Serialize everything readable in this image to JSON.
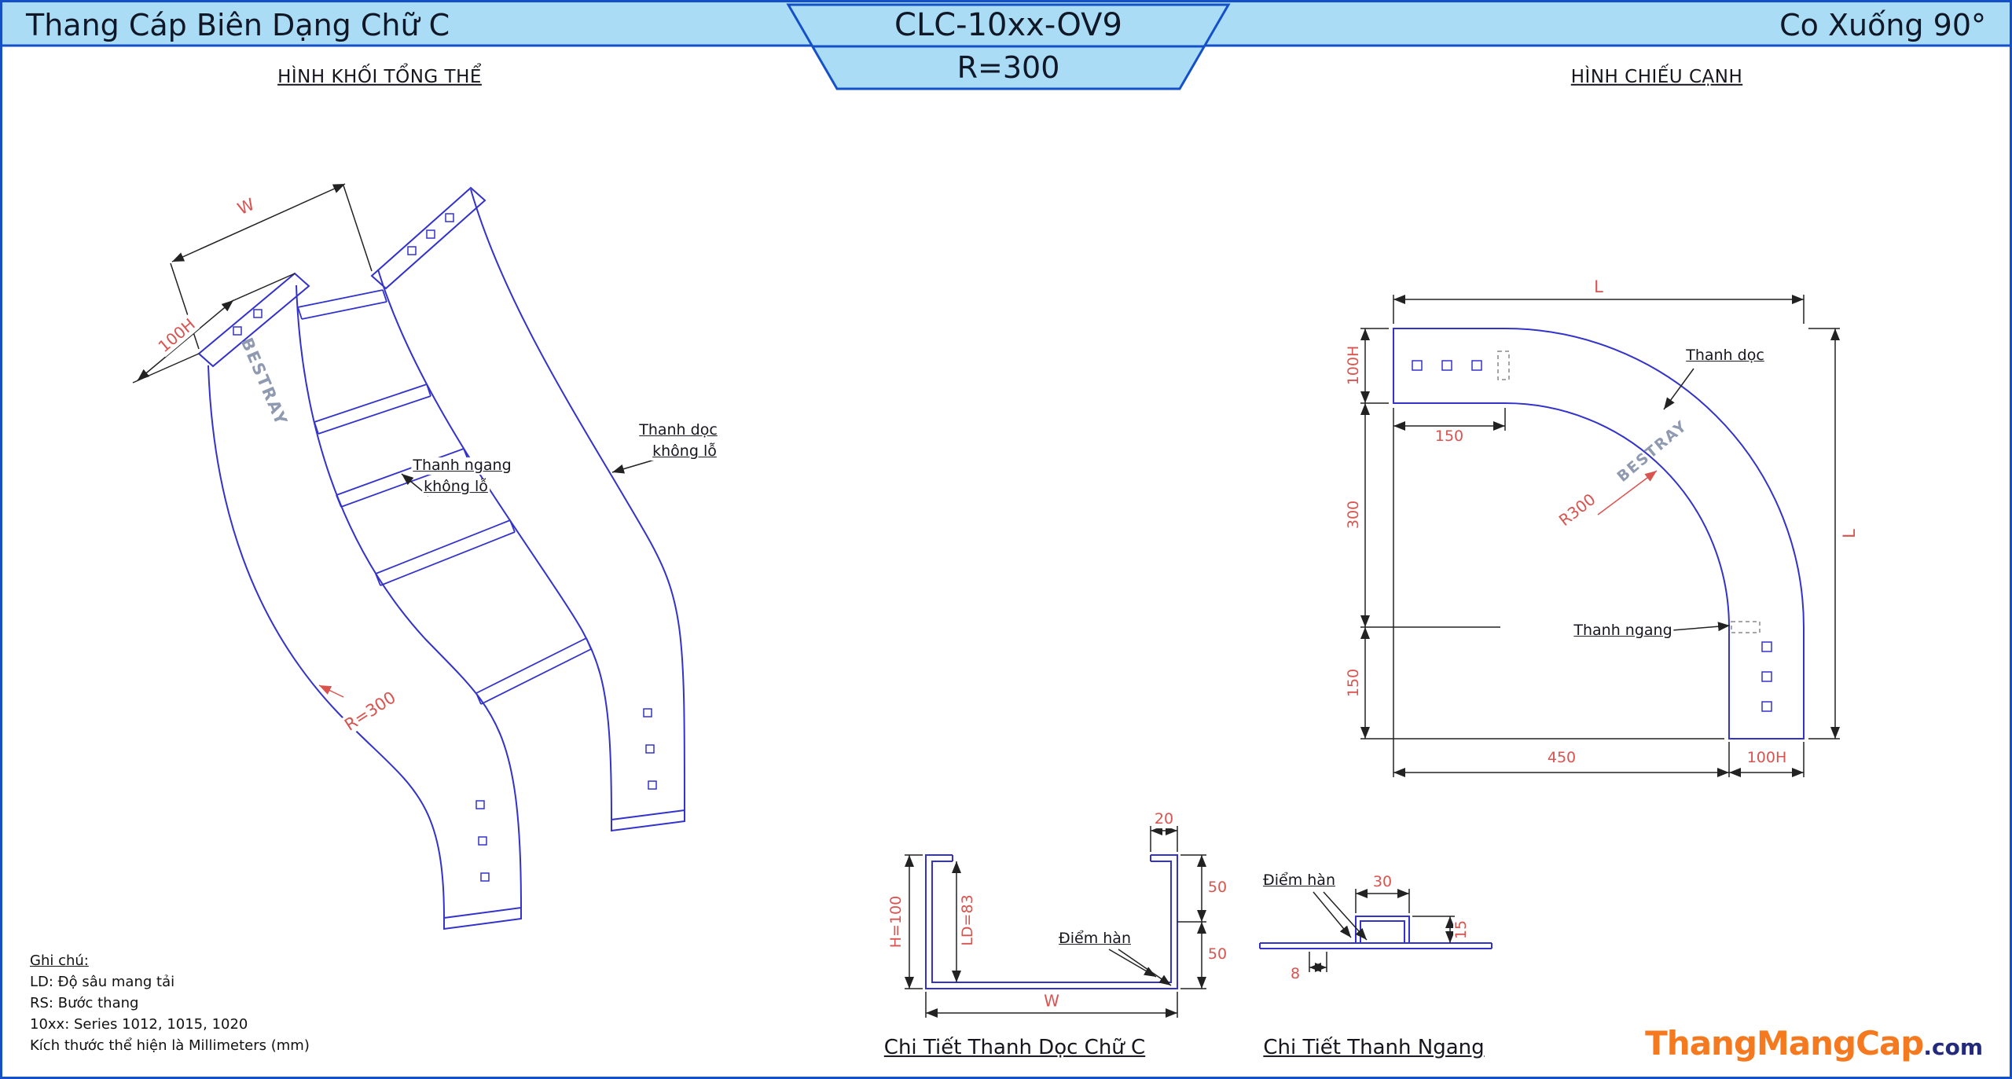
{
  "header": {
    "left_title": "Thang Cáp Biên Dạng Chữ C",
    "model": "CLC-10xx-OV9",
    "radius": "R=300",
    "right_title": "Co Xuống 90°"
  },
  "sections": {
    "overview": "HÌNH KHỐI TỔNG THỂ",
    "side_view": "HÌNH CHIẾU CẠNH"
  },
  "iso": {
    "dim_w": "W",
    "dim_h": "100H",
    "rung_label_1": "Thanh ngang",
    "rung_label_2": "không lỗ",
    "rail_label_1": "Thanh dọc",
    "rail_label_2": "không lỗ",
    "brand": "BESTRAY",
    "radius": "R=300"
  },
  "side": {
    "dim_l_top": "L",
    "dim_l_right": "L",
    "dim_h_left": "100H",
    "dim_150_top": "150",
    "dim_300": "300",
    "dim_150_left": "150",
    "dim_450": "450",
    "dim_h_bottom": "100H",
    "radius": "R300",
    "rail_label": "Thanh dọc",
    "rung_label": "Thanh ngang",
    "brand": "BESTRAY"
  },
  "detail_c": {
    "title": "Chi Tiết Thanh Dọc Chữ C",
    "dim_20": "20",
    "dim_50a": "50",
    "dim_50b": "50",
    "dim_h": "H=100",
    "dim_ld": "LD=83",
    "dim_w": "W",
    "weld": "Điểm hàn"
  },
  "detail_rung": {
    "title": "Chi Tiết Thanh Ngang",
    "dim_30": "30",
    "dim_15": "15",
    "dim_8": "8",
    "weld": "Điểm hàn"
  },
  "notes": {
    "heading": "Ghi chú:",
    "lines": [
      "LD: Độ sâu mang tải",
      "RS: Bước thang",
      "10xx: Series 1012, 1015, 1020",
      "Kích thước thể hiện là Millimeters (mm)"
    ]
  },
  "logo": {
    "main": "ThangMangCap",
    "suffix": ".com"
  },
  "colors": {
    "border_blue": "#1450c8",
    "line_blue": "#3333cc",
    "dim_red": "#d9534f",
    "header_fill": "#aadcf5",
    "logo_orange": "#f5791f",
    "logo_navy": "#232a7c"
  }
}
